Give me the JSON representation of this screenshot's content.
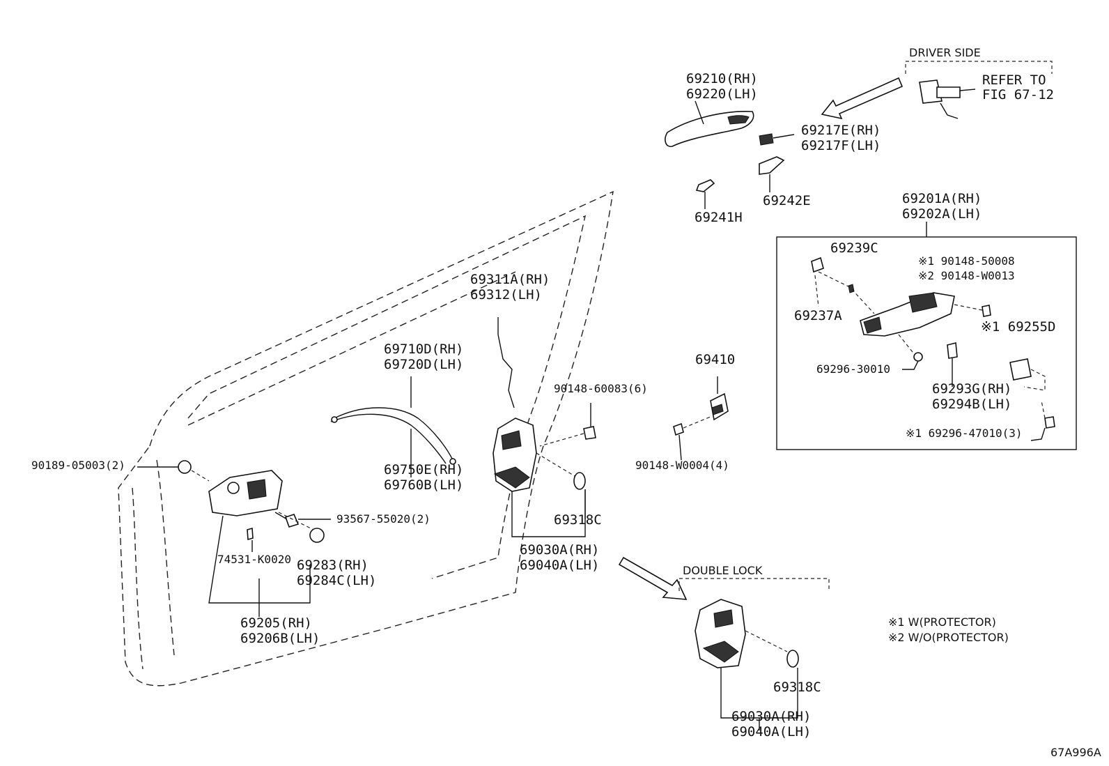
{
  "labels": {
    "driver_side": "DRIVER SIDE",
    "refer_line1": "REFER TO",
    "refer_line2": "FIG 67-12",
    "p69210": "69210(RH)",
    "p69220": "69220(LH)",
    "p69217E": "69217E(RH)",
    "p69217F": "69217F(LH)",
    "p69241H": "69241H",
    "p69242E": "69242E",
    "p69201A": "69201A(RH)",
    "p69202A": "69202A(LH)",
    "p69239C": "69239C",
    "p69237A": "69237A",
    "note1_part": "※1 90148-50008",
    "note2_part": "※2 90148-W0013",
    "p69255D": "※1 69255D",
    "p69296_30010": "69296-30010",
    "p69293G": "69293G(RH)",
    "p69294B": "69294B(LH)",
    "p69296_47010": "※1 69296-47010(3)",
    "p69410": "69410",
    "p90148_W0004": "90148-W0004(4)",
    "p69311A": "69311A(RH)",
    "p69312": "69312(LH)",
    "p69710D": "69710D(RH)",
    "p69720D": "69720D(LH)",
    "p90148_60083": "90148-60083(6)",
    "p69750E": "69750E(RH)",
    "p69760B": "69760B(LH)",
    "p90189": "90189-05003(2)",
    "p93567": "93567-55020(2)",
    "p74531": "74531-K0020",
    "p69283": "69283(RH)",
    "p69284C": "69284C(LH)",
    "p69205": "69205(RH)",
    "p69206B": "69206B(LH)",
    "p69318C_a": "69318C",
    "p69030A_a": "69030A(RH)",
    "p69040A_a": "69040A(LH)",
    "double_lock": "DOUBLE LOCK",
    "p69318C_b": "69318C",
    "p69030A_b": "69030A(RH)",
    "p69040A_b": "69040A(LH)",
    "legend1": "※1 W(PROTECTOR)",
    "legend2": "※2 W/O(PROTECTOR)",
    "figure_id": "67A996A"
  }
}
